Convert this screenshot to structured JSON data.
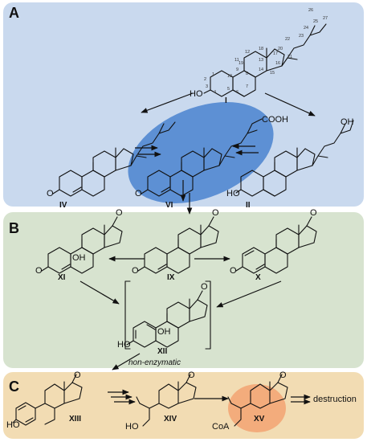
{
  "panels": {
    "A": {
      "label": "A",
      "color": "#c9d9ee"
    },
    "B": {
      "label": "B",
      "color": "#d7e3cf"
    },
    "C": {
      "label": "C",
      "color": "#f2dcb3"
    }
  },
  "highlight_colors": {
    "blue": "#4a82cf",
    "orange": "#f3a06e"
  },
  "compounds": {
    "I": "I",
    "II": "II",
    "IV": "IV",
    "VI": "VI",
    "IX": "IX",
    "X": "X",
    "XI": "XI",
    "XII": "XII",
    "XIII": "XIII",
    "XIV": "XIV",
    "XV": "XV"
  },
  "atoms": {
    "HO": "HO",
    "O": "O",
    "OH": "OH",
    "COOH": "COOH",
    "CoA": "CoA"
  },
  "carbon_numbers": [
    "1",
    "2",
    "3",
    "4",
    "5",
    "6",
    "7",
    "8",
    "9",
    "10",
    "11",
    "12",
    "13",
    "14",
    "15",
    "16",
    "17",
    "18",
    "19",
    "20",
    "21",
    "22",
    "23",
    "24",
    "25",
    "26",
    "27"
  ],
  "annotations": {
    "non_enzymatic": "non-enzymatic",
    "destruction": "destruction"
  }
}
